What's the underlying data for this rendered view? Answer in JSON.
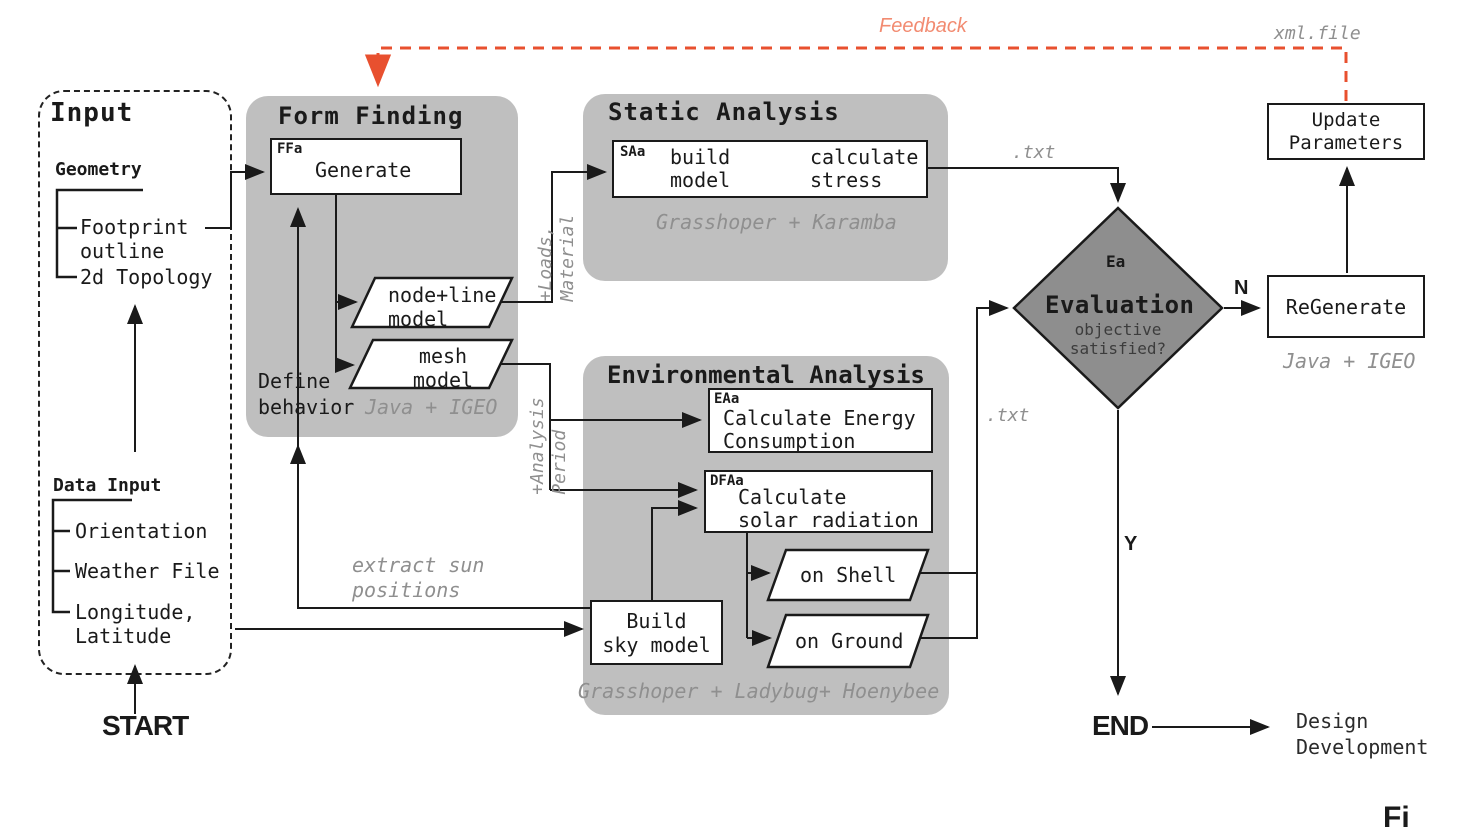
{
  "colors": {
    "block_gray": "#bfbfbf",
    "diamond_gray": "#8e8e8e",
    "line_black": "#1a1a1a",
    "note_gray": "#8f8f8f",
    "feedback_red": "#e8502f",
    "feedback_label_red": "#f28b71"
  },
  "input_panel": {
    "title": "Input",
    "geometry_heading": "Geometry",
    "geometry_items": [
      {
        "label": "Footprint\noutline"
      },
      {
        "label": "2d Topology"
      }
    ],
    "data_heading": "Data Input",
    "data_items": [
      {
        "label": "Orientation"
      },
      {
        "label": "Weather File"
      },
      {
        "label": "Longitude,\nLatitude"
      }
    ]
  },
  "form_finding": {
    "title": "Form Finding",
    "tag": "FFa",
    "generate": "Generate",
    "node_line": "node+line\nmodel",
    "mesh": "mesh\nmodel",
    "note": "Define\nbehavior",
    "tool": "Java + IGEO"
  },
  "static_analysis": {
    "title": "Static Analysis",
    "tag": "SAa",
    "step1": "build\nmodel",
    "step2": "calculate\nstress",
    "tool": "Grasshoper + Karamba"
  },
  "environmental_analysis": {
    "title": "Environmental Analysis",
    "ea_tag": "EAa",
    "ea_label": "Calculate Energy\nConsumption",
    "dfa_tag": "DFAa",
    "dfa_label": "Calculate\nsolar radiation",
    "on_shell": "on Shell",
    "on_ground": "on Ground",
    "build_sky": "Build\nsky model",
    "tool": "Grasshoper + Ladybug+ Hoenybee"
  },
  "evaluation": {
    "tag": "Ea",
    "title": "Evaluation",
    "question": "objective\nsatisfied?"
  },
  "regenerate": {
    "label": "ReGenerate",
    "tool": "Java + IGEO"
  },
  "update_parameters": {
    "label": "Update\nParameters"
  },
  "flow_labels": {
    "feedback": "Feedback",
    "xml_file": "xml.file",
    "txt_static": ".txt",
    "txt_env": ".txt",
    "loads": "+Loads,\nMaterial",
    "analysis_period": "+Analysis\nPeriod",
    "extract_sun": "extract sun\npositions",
    "n": "N",
    "y": "Y",
    "start": "START",
    "end": "END",
    "design_development": "Design\nDevelopment",
    "caption_fragment": "Fi"
  }
}
